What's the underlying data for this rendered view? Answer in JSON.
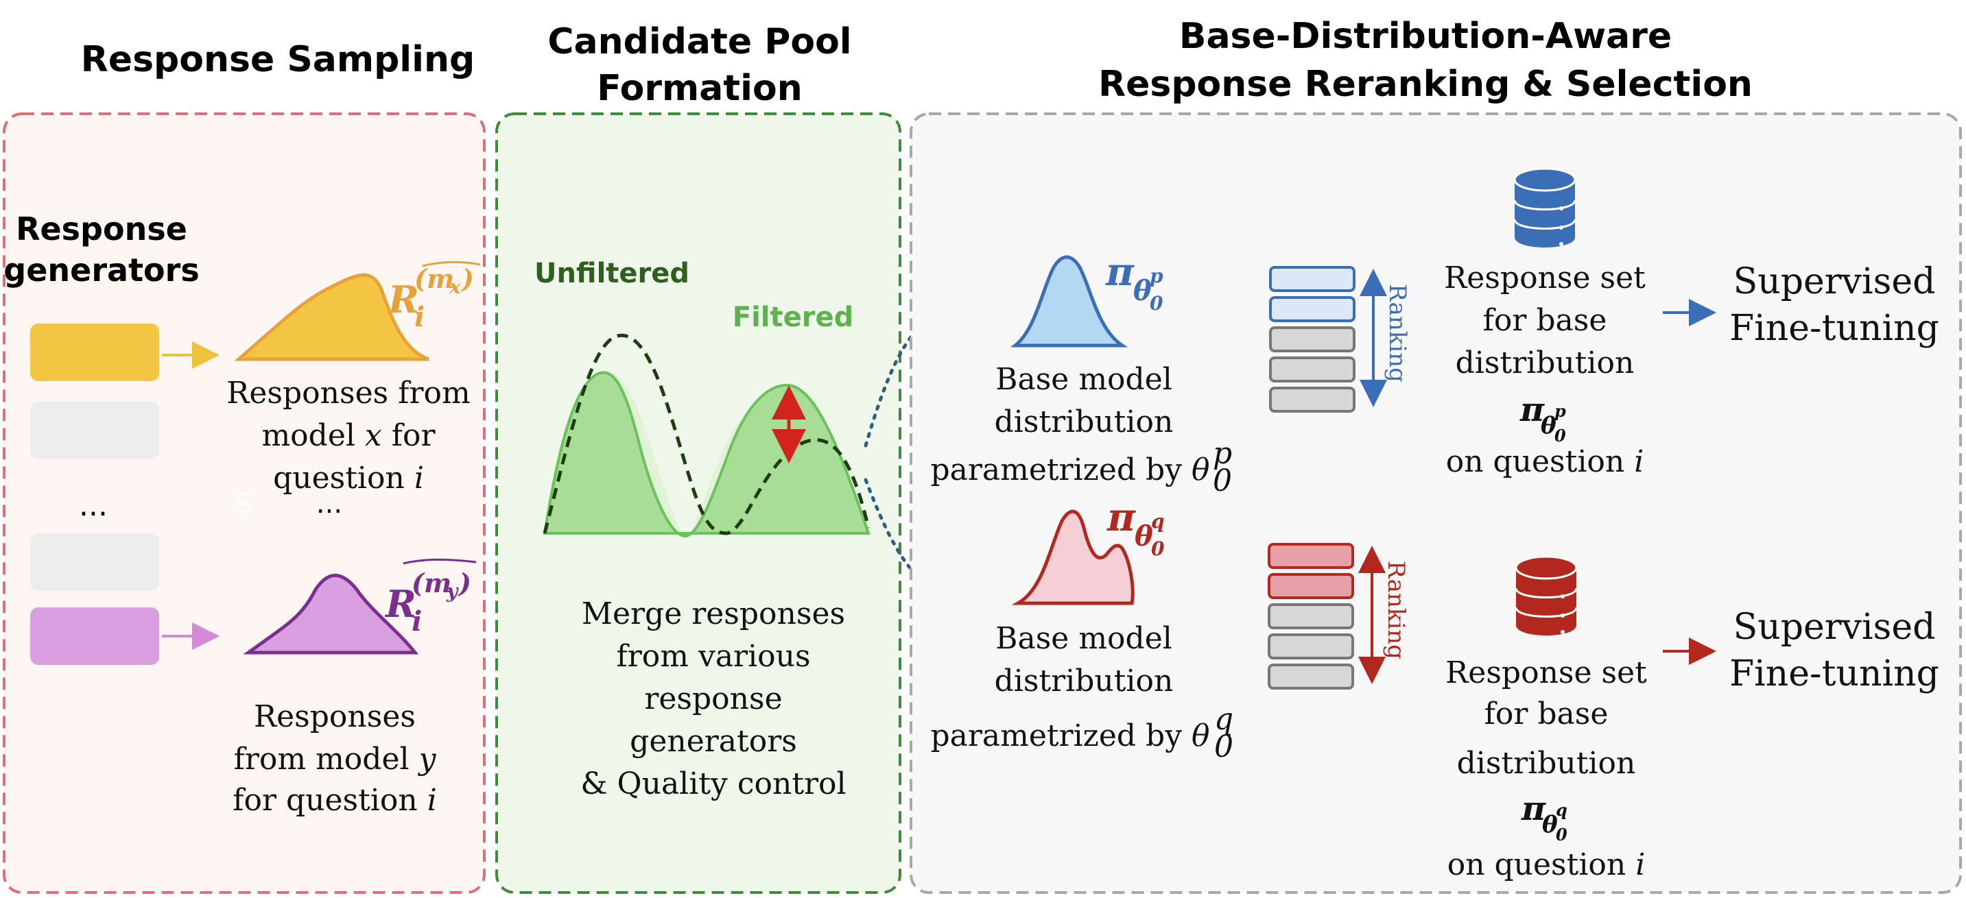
{
  "headers": {
    "sampling": "Response Sampling",
    "pool_line1": "Candidate Pool",
    "pool_line2": "Formation",
    "rerank_line1": "Base-Distribution-Aware",
    "rerank_line2": "Response Reranking & Selection"
  },
  "sampling": {
    "generators_line1": "Response",
    "generators_line2": "generators",
    "dots_left": "...",
    "dots_mid": "...",
    "faint_mark": "S",
    "top": {
      "label_base": "R",
      "label_sub": "i",
      "label_sup": "(m",
      "label_sup_sub": "x",
      "label_sup_close": ")",
      "caption_line1": "Responses from",
      "caption_line2_a": "model ",
      "caption_line2_var": "x",
      "caption_line2_b": " for",
      "caption_line3_a": "question ",
      "caption_line3_var": "i"
    },
    "bottom": {
      "label_base": "R",
      "label_sub": "i",
      "label_sup": "(m",
      "label_sup_sub": "y",
      "label_sup_close": ")",
      "caption_line1": "Responses",
      "caption_line2_a": "from model ",
      "caption_line2_var": "y",
      "caption_line3_a": "for question ",
      "caption_line3_var": "i"
    }
  },
  "pool": {
    "unfiltered_label": "Unfiltered",
    "filtered_label": "Filtered",
    "caption": [
      "Merge responses",
      "from various",
      "response",
      "generators",
      "& Quality control"
    ]
  },
  "rerank": {
    "p": {
      "pi": "π",
      "theta": "θ",
      "zero": "0",
      "sup": "p",
      "caption_line1": "Base model",
      "caption_line2": "distribution",
      "caption_line3_a": "parametrized by ",
      "ranking_label": "Ranking",
      "set_line1": "Response set",
      "set_line2": "for base",
      "set_line3": "distribution",
      "set_line5_a": "on question ",
      "set_line5_var": "i",
      "sft_line1": "Supervised",
      "sft_line2": "Fine-tuning"
    },
    "q": {
      "pi": "π",
      "theta": "θ",
      "zero": "0",
      "sup": "q",
      "caption_line1": "Base model",
      "caption_line2": "distribution",
      "caption_line3_a": "parametrized by ",
      "ranking_label": "Ranking",
      "set_line1": "Response set",
      "set_line2": "for base",
      "set_line3": "distribution",
      "set_line5_a": "on question ",
      "set_line5_var": "i",
      "sft_line1": "Supervised",
      "sft_line2": "Fine-tuning"
    }
  },
  "colors": {
    "orange": "#e8a23a",
    "purple": "#7a2f8f",
    "green_dark": "#2f5e1e",
    "green": "#5fb04f",
    "blue": "#3a6fb8",
    "red": "#b2281f"
  }
}
